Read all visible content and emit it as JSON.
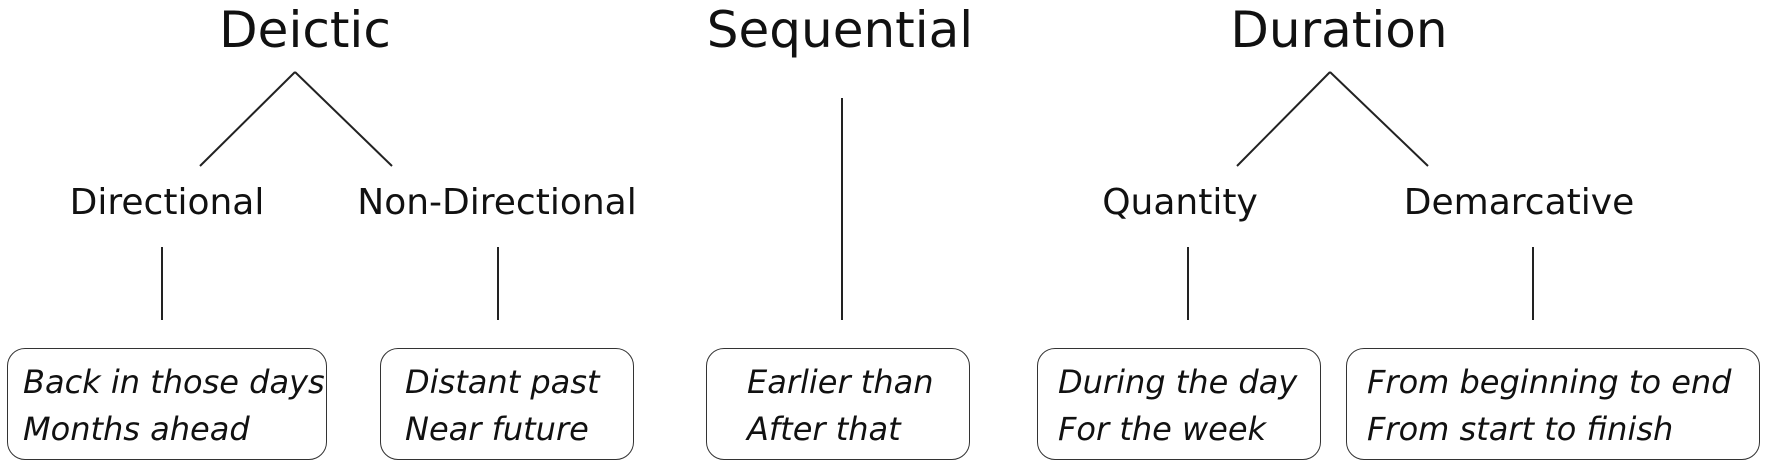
{
  "roots": {
    "deictic": "Deictic",
    "sequential": "Sequential",
    "duration": "Duration"
  },
  "categories": {
    "directional": "Directional",
    "non_directional": "Non-Directional",
    "quantity": "Quantity",
    "demarcative": "Demarcative"
  },
  "examples": {
    "directional": [
      "Back in those days",
      "Months ahead"
    ],
    "non_directional": [
      "Distant past",
      "Near future"
    ],
    "sequential": [
      "Earlier than",
      "After that"
    ],
    "quantity": [
      "During the day",
      "For the week"
    ],
    "demarcative": [
      "From beginning to end",
      "From start to finish"
    ]
  }
}
